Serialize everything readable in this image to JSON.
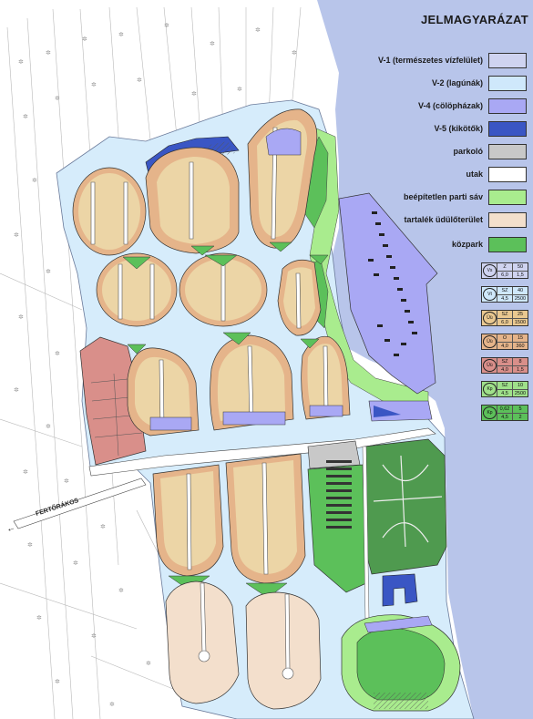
{
  "legend": {
    "title": "JELMAGYARÁZAT",
    "items": [
      {
        "label": "V-1 (természetes vízfelület)",
        "color": "#cfd3f0"
      },
      {
        "label": "V-2 (lagúnák)",
        "color": "#cfe8fb"
      },
      {
        "label": "V-4 (cölöpházak)",
        "color": "#a9a8f4"
      },
      {
        "label": "V-5 (kikötők)",
        "color": "#3a56c4"
      },
      {
        "label": "parkoló",
        "color": "#c8c8c8"
      },
      {
        "label": "utak",
        "color": "#ffffff"
      },
      {
        "label": "beépítetlen parti sáv",
        "color": "#a9ec8e"
      },
      {
        "label": "tartalék üdülőterület",
        "color": "#f3dfcc"
      },
      {
        "label": "közpark",
        "color": "#5cc05a"
      }
    ],
    "zone_boxes": [
      {
        "code": "Vs",
        "a": "Z",
        "b": "50",
        "c": "6,0",
        "d": "1,5",
        "color": "#cfd3f0"
      },
      {
        "code": "Vt",
        "a": "SZ",
        "b": "40",
        "c": "4,5",
        "d": "2500",
        "color": "#cfe8fb"
      },
      {
        "code": "Üü",
        "a": "SZ",
        "b": "25",
        "c": "6,0",
        "d": "1500",
        "color": "#e9c890"
      },
      {
        "code": "Üü",
        "a": "O",
        "b": "15",
        "c": "4,0",
        "d": "360",
        "color": "#e5b48a"
      },
      {
        "code": "Üü",
        "a": "SZ",
        "b": "8",
        "c": "4,0",
        "d": "1,5",
        "color": "#d98f8a"
      },
      {
        "code": "Kp",
        "a": "SZ",
        "b": "10",
        "c": "4,5",
        "d": "2500",
        "color": "#9fe08a"
      },
      {
        "code": "Kp",
        "a": "0,62",
        "b": "5",
        "c": "4,5",
        "d": "2",
        "color": "#5cc05a"
      }
    ]
  },
  "map": {
    "road_label": "FERTŐRÁKOS",
    "colors": {
      "lake": "#b8c5ea",
      "lagoon": "#d6ecfb",
      "pile": "#a9a8f4",
      "harbor": "#3a56c4",
      "parking": "#c8c8c8",
      "shore": "#a9ec8e",
      "reserve": "#f3dfcc",
      "park": "#5cc05a",
      "plot": "#f0d0a8",
      "inner": "#ecd5a6",
      "red": "#d98f8a",
      "darkgreen": "#4f9a4f"
    }
  }
}
